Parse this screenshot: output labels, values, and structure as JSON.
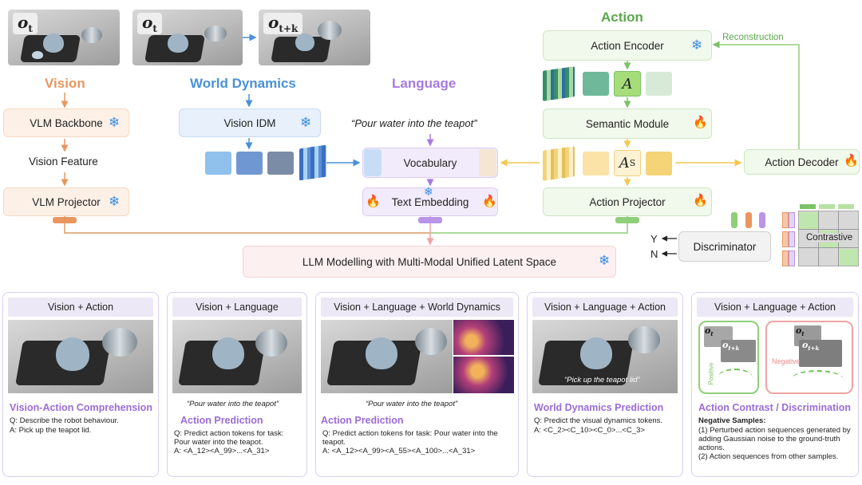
{
  "frames": {
    "f1": {
      "label": "o",
      "sub": "t"
    },
    "f2": {
      "label": "o",
      "sub": "t"
    },
    "f3": {
      "label": "o",
      "sub": "t+k"
    }
  },
  "sections": {
    "vision": "Vision",
    "world_dynamics": "World Dynamics",
    "language": "Language",
    "action": "Action"
  },
  "vision": {
    "backbone": "VLM Backbone",
    "feature": "Vision Feature",
    "projector": "VLM Projector"
  },
  "world": {
    "idm": "Vision IDM"
  },
  "language": {
    "instruction": "“Pour water into the teapot”",
    "vocabulary": "Vocabulary",
    "text_embedding": "Text Embedding"
  },
  "action": {
    "encoder": "Action Encoder",
    "reconstruction": "Reconstruction",
    "token_a": "A",
    "semantic": "Semantic Module",
    "token_as": "A",
    "token_as_sup": "S",
    "projector": "Action Projector",
    "decoder": "Action Decoder",
    "discriminator": "Discriminator",
    "y": "Y",
    "n": "N",
    "contrastive": "Contrastive"
  },
  "llm": "LLM Modelling with Multi-Modal Unified Latent Space",
  "panels": [
    {
      "head": "Vision + Action",
      "title": "Vision-Action Comprehension",
      "q": "Q: Describe the robot behaviour.",
      "a": "A: Pick up the teapot lid."
    },
    {
      "head": "Vision + Language",
      "quote": "“Pour water into the teapot”",
      "title": "Action Prediction",
      "q": "Q: Predict action tokens for task:",
      "q2": "Pour water into the teapot.",
      "a": "A: <A_12><A_99>...<A_31>"
    },
    {
      "head": "Vision + Language + World Dynamics",
      "quote": "“Pour water into the teapot”",
      "title": "Action Prediction",
      "q": "Q: Predict action tokens for task: Pour water into the",
      "q2": "teapot.",
      "a": "A: <A_12><A_99><A_55><A_100>...<A_31>"
    },
    {
      "head": "Vision + Language + Action",
      "img_caption": "“Pick up the teapot lid”",
      "title": "World Dynamics Prediction",
      "q": "Q: Predict the visual dynamics tokens.",
      "a": "A: <C_2><C_10><C_0>...<C_3>"
    },
    {
      "head": "Vision + Language + Action",
      "positive": "Positive",
      "negative": "Negative",
      "pos_o1": "o",
      "pos_o1_sub": "t",
      "pos_o2": "o",
      "pos_o2_sub": "t+k",
      "neg_o1": "o",
      "neg_o1_sub": "t",
      "neg_o2": "o",
      "neg_o2_sub": "t+k",
      "title": "Action Contrast / Discrimination",
      "neg_head": "Negative Samples:",
      "l1": "(1) Perturbed action sequences generated by",
      "l2": "adding Gaussian noise to the ground-truth",
      "l3": "actions.",
      "l4": "(2) Action sequences from other samples."
    }
  ],
  "colors": {
    "vision": "#e9965f",
    "world": "#4a90d9",
    "language": "#a77be0",
    "action": "#5aa84a",
    "action_line": "#8fcf7a",
    "yellow_line": "#f2cc55"
  },
  "icons": [
    "snowflake-icon",
    "flame-icon"
  ]
}
